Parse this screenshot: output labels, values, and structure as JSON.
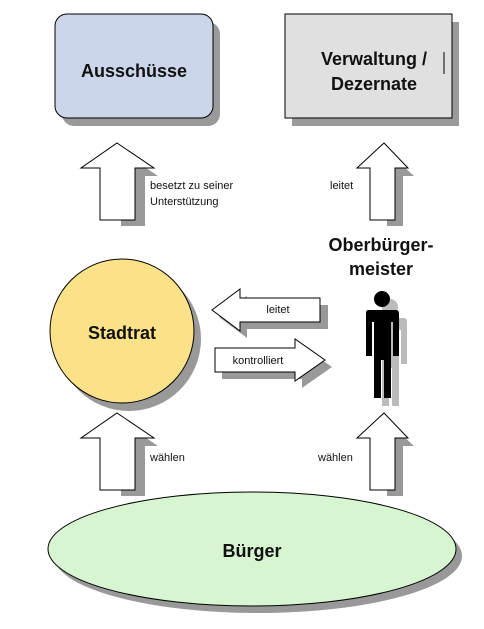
{
  "nodes": {
    "ausschuesse": {
      "label": "Ausschüsse",
      "fill": "#ccd6ea"
    },
    "verwaltung": {
      "line1": "Verwaltung /",
      "line2": "Dezernate",
      "fill": "#e0e0e0"
    },
    "stadtrat": {
      "label": "Stadtrat",
      "fill": "#fbe288"
    },
    "buerger": {
      "label": "Bürger",
      "fill": "#d6f5d0"
    },
    "oberbuergermeister": {
      "line1": "Oberbürger-",
      "line2": "meister"
    }
  },
  "edges": {
    "left_up": "besetzt zu seiner",
    "left_up_2": "Unterstützung",
    "right_up": "leitet",
    "horizontal_top": "leitet",
    "horizontal_bottom": "kontrolliert",
    "left_bottom": "wählen",
    "right_bottom": "wählen"
  },
  "colors": {
    "shadow": "#999999",
    "stroke": "#000000",
    "person": "#000000",
    "person_shadow": "#bbbbbb"
  }
}
